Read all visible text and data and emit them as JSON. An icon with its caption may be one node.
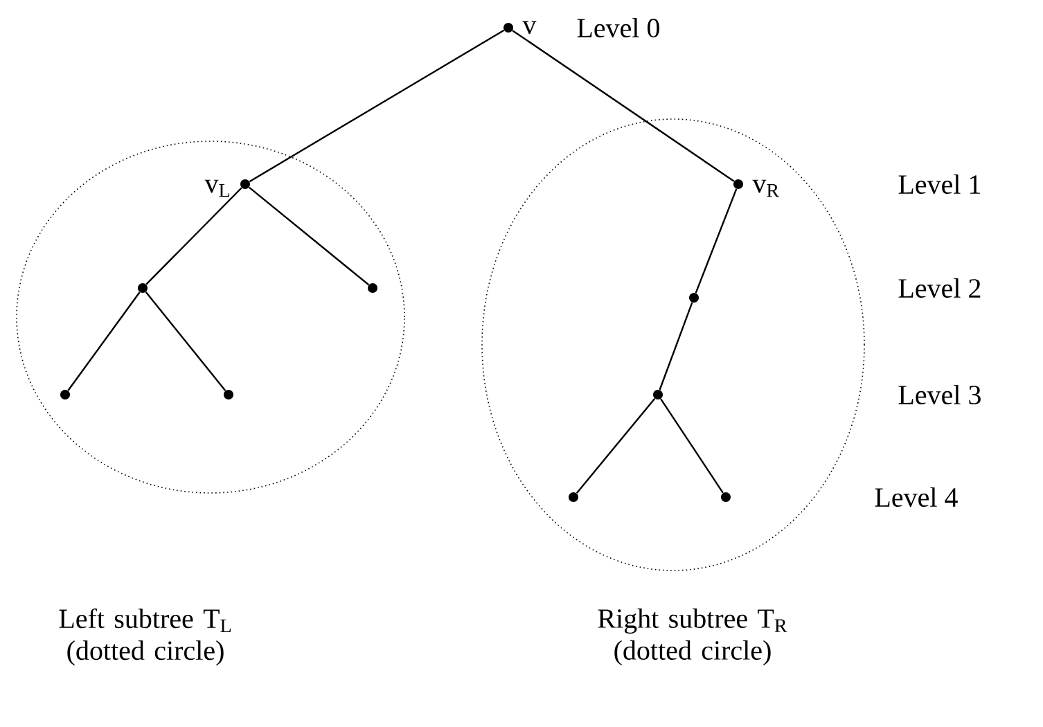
{
  "diagram": {
    "nodes": [
      {
        "text": [],
        "shape": "dot",
        "beside": [
          "v"
        ]
      },
      {
        "text": [],
        "shape": "circle"
      },
      {
        "text": [],
        "shape": "dot",
        "beside": [
          "v$_{L}$"
        ],
        "in": 1
      },
      {
        "text": [],
        "shape": "circle"
      },
      {
        "text": [],
        "shape": "dot",
        "beside": [
          "v$_{R}$"
        ],
        "in": 3
      },
      {
        "text": [],
        "shape": "dot",
        "in": 1
      },
      {
        "text": [],
        "shape": "dot",
        "in": 1
      },
      {
        "text": [],
        "shape": "dot",
        "in": 1
      },
      {
        "text": [],
        "shape": "dot",
        "in": 1
      },
      {
        "text": [],
        "shape": "dot",
        "in": 3
      },
      {
        "text": [],
        "shape": "dot",
        "in": 3
      },
      {
        "text": [],
        "shape": "dot",
        "in": 3
      },
      {
        "text": [],
        "shape": "dot",
        "in": 3
      }
    ],
    "edges": [
      {
        "from": 0,
        "to": 2,
        "arrow": "none"
      },
      {
        "from": 0,
        "to": 4,
        "arrow": "none"
      },
      {
        "from": 2,
        "to": 5,
        "arrow": "none"
      },
      {
        "from": 2,
        "to": 6,
        "arrow": "none"
      },
      {
        "from": 5,
        "to": 7,
        "arrow": "none"
      },
      {
        "from": 5,
        "to": 8,
        "arrow": "none"
      },
      {
        "from": 4,
        "to": 9,
        "arrow": "none"
      },
      {
        "from": 9,
        "to": 10,
        "arrow": "none"
      },
      {
        "from": 10,
        "to": 11,
        "arrow": "none"
      },
      {
        "from": 10,
        "to": 12,
        "arrow": "none"
      }
    ],
    "labels": [
      "Level  0",
      "Level  1",
      "Level  2",
      "Level  3",
      "Level   4",
      "Left subtree T$_{L}$ (dotted circle)",
      "Right subtree T$_{R}$ (dotted circle)"
    ]
  }
}
